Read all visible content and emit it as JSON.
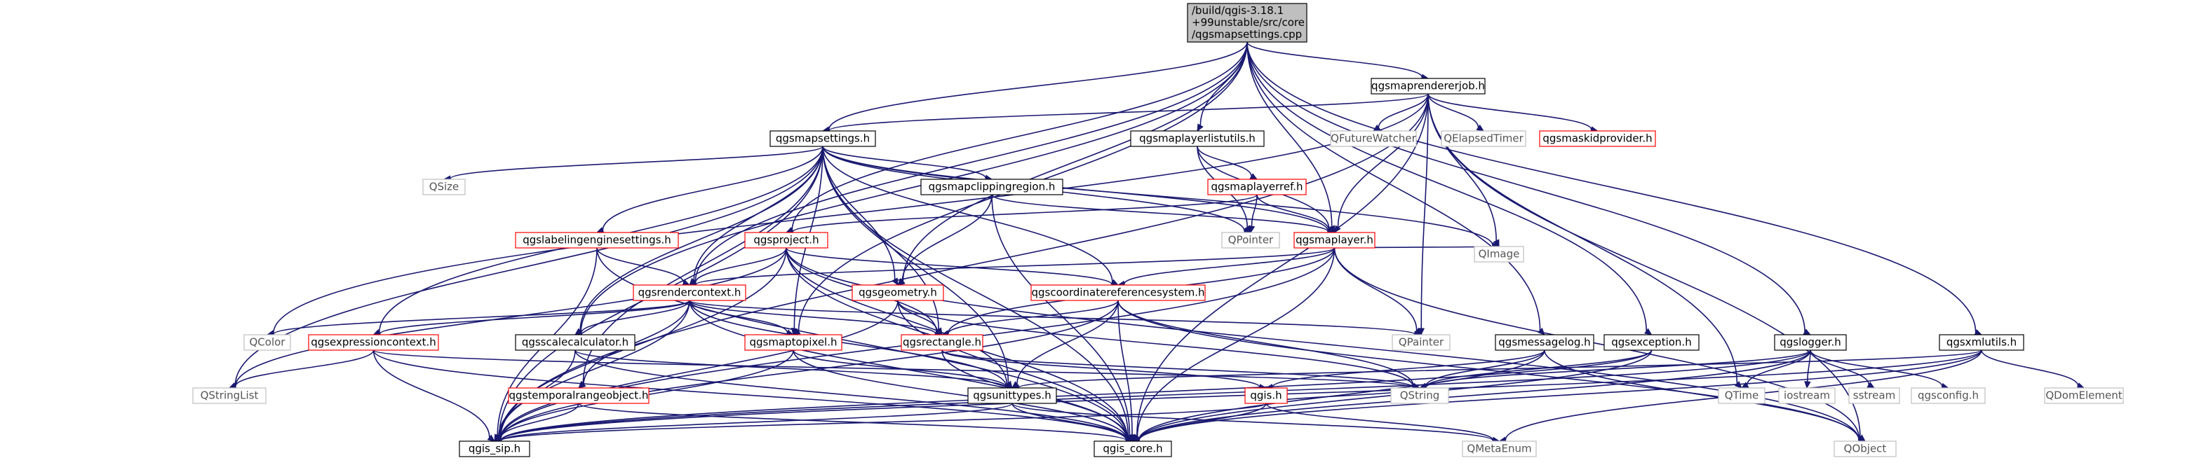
{
  "colors": {
    "edge": "#191970",
    "border_normal": "#000000",
    "border_broken": "#ff0000",
    "border_system": "#bfbfbf",
    "root_fill": "#bfbfbf",
    "text_normal": "#000000",
    "text_system": "#555555"
  },
  "nodes": [
    {
      "id": "root",
      "lines": [
        "/build/qgis-3.18.1",
        "+99unstable/src/core",
        "/qgsmapsettings.cpp"
      ],
      "style": "root"
    },
    {
      "id": "qgsmaprendererjob",
      "lines": [
        "qgsmaprendererjob.h"
      ],
      "style": "normal"
    },
    {
      "id": "qgsmapsettings",
      "lines": [
        "qgsmapsettings.h"
      ],
      "style": "normal"
    },
    {
      "id": "qgsmaplayerlistutils",
      "lines": [
        "qgsmaplayerlistutils.h"
      ],
      "style": "normal"
    },
    {
      "id": "qfuturewatcher",
      "lines": [
        "QFutureWatcher"
      ],
      "style": "system"
    },
    {
      "id": "qelapsedtimer",
      "lines": [
        "QElapsedTimer"
      ],
      "style": "system"
    },
    {
      "id": "qgsmaskidprovider",
      "lines": [
        "qgsmaskidprovider.h"
      ],
      "style": "broken"
    },
    {
      "id": "qsize",
      "lines": [
        "QSize"
      ],
      "style": "system"
    },
    {
      "id": "qgsmapclippingregion",
      "lines": [
        "qgsmapclippingregion.h"
      ],
      "style": "normal"
    },
    {
      "id": "qgsmaplayerref",
      "lines": [
        "qgsmaplayerref.h"
      ],
      "style": "broken"
    },
    {
      "id": "qgslabelingenginesettings",
      "lines": [
        "qgslabelingenginesettings.h"
      ],
      "style": "broken"
    },
    {
      "id": "qgsproject",
      "lines": [
        "qgsproject.h"
      ],
      "style": "broken"
    },
    {
      "id": "qpointer",
      "lines": [
        "QPointer"
      ],
      "style": "system"
    },
    {
      "id": "qgsmaplayer",
      "lines": [
        "qgsmaplayer.h"
      ],
      "style": "broken"
    },
    {
      "id": "qimage",
      "lines": [
        "QImage"
      ],
      "style": "system"
    },
    {
      "id": "qgsrendercontext",
      "lines": [
        "qgsrendercontext.h"
      ],
      "style": "broken"
    },
    {
      "id": "qgsgeometry",
      "lines": [
        "qgsgeometry.h"
      ],
      "style": "broken"
    },
    {
      "id": "qgscoordinatereferencesystem",
      "lines": [
        "qgscoordinatereferencesystem.h"
      ],
      "style": "broken"
    },
    {
      "id": "qcolor",
      "lines": [
        "QColor"
      ],
      "style": "system"
    },
    {
      "id": "qgsexpressioncontext",
      "lines": [
        "qgsexpressioncontext.h"
      ],
      "style": "broken"
    },
    {
      "id": "qgsscalecalculator",
      "lines": [
        "qgsscalecalculator.h"
      ],
      "style": "normal"
    },
    {
      "id": "qgsmaptopixel",
      "lines": [
        "qgsmaptopixel.h"
      ],
      "style": "broken"
    },
    {
      "id": "qgsrectangle",
      "lines": [
        "qgsrectangle.h"
      ],
      "style": "broken"
    },
    {
      "id": "qpainter",
      "lines": [
        "QPainter"
      ],
      "style": "system"
    },
    {
      "id": "qgsmessagelog",
      "lines": [
        "qgsmessagelog.h"
      ],
      "style": "normal"
    },
    {
      "id": "qgsexception",
      "lines": [
        "qgsexception.h"
      ],
      "style": "normal"
    },
    {
      "id": "qgslogger",
      "lines": [
        "qgslogger.h"
      ],
      "style": "normal"
    },
    {
      "id": "qgsxmlutils",
      "lines": [
        "qgsxmlutils.h"
      ],
      "style": "normal"
    },
    {
      "id": "qstringlist",
      "lines": [
        "QStringList"
      ],
      "style": "system"
    },
    {
      "id": "qgstemporalrangeobject",
      "lines": [
        "qgstemporalrangeobject.h"
      ],
      "style": "broken"
    },
    {
      "id": "qgsunittypes",
      "lines": [
        "qgsunittypes.h"
      ],
      "style": "normal"
    },
    {
      "id": "qgis",
      "lines": [
        "qgis.h"
      ],
      "style": "broken"
    },
    {
      "id": "qstring",
      "lines": [
        "QString"
      ],
      "style": "system"
    },
    {
      "id": "qtime",
      "lines": [
        "QTime"
      ],
      "style": "system"
    },
    {
      "id": "iostream",
      "lines": [
        "iostream"
      ],
      "style": "system"
    },
    {
      "id": "sstream",
      "lines": [
        "sstream"
      ],
      "style": "system"
    },
    {
      "id": "qgsconfig",
      "lines": [
        "qgsconfig.h"
      ],
      "style": "system"
    },
    {
      "id": "qdomelement",
      "lines": [
        "QDomElement"
      ],
      "style": "system"
    },
    {
      "id": "qgis_sip",
      "lines": [
        "qgis_sip.h"
      ],
      "style": "normal"
    },
    {
      "id": "qgis_core",
      "lines": [
        "qgis_core.h"
      ],
      "style": "normal"
    },
    {
      "id": "qmetaenum",
      "lines": [
        "QMetaEnum"
      ],
      "style": "system"
    },
    {
      "id": "qobject",
      "lines": [
        "QObject"
      ],
      "style": "system"
    }
  ],
  "edges": [
    [
      "root",
      "qgsmaprendererjob"
    ],
    [
      "root",
      "qgsmapsettings"
    ],
    [
      "root",
      "qgsmaplayerlistutils"
    ],
    [
      "root",
      "qgsmaplayer"
    ],
    [
      "root",
      "qgsproject"
    ],
    [
      "root",
      "qgsgeometry"
    ],
    [
      "root",
      "qgsrendercontext"
    ],
    [
      "root",
      "qgsscalecalculator"
    ],
    [
      "root",
      "qgsmessagelog"
    ],
    [
      "root",
      "qgsexception"
    ],
    [
      "root",
      "qgslogger"
    ],
    [
      "root",
      "qgsxmlutils"
    ],
    [
      "root",
      "qgsmaptopixel"
    ],
    [
      "qgsmaprendererjob",
      "qgsmapsettings"
    ],
    [
      "qgsmaprendererjob",
      "qfuturewatcher"
    ],
    [
      "qgsmaprendererjob",
      "qelapsedtimer"
    ],
    [
      "qgsmaprendererjob",
      "qgsmaskidprovider"
    ],
    [
      "qgsmaprendererjob",
      "qimage"
    ],
    [
      "qgsmaprendererjob",
      "qpainter"
    ],
    [
      "qgsmaprendererjob",
      "qtime"
    ],
    [
      "qgsmaprendererjob",
      "qgis_core"
    ],
    [
      "qgsmaprendererjob",
      "qgis_sip"
    ],
    [
      "qgsmaprendererjob",
      "qobject"
    ],
    [
      "qgsmaprendererjob",
      "qgsmaplayer"
    ],
    [
      "qgsmaprendererjob",
      "qcolor"
    ],
    [
      "qgsmapsettings",
      "qsize"
    ],
    [
      "qgsmapsettings",
      "qgsmapclippingregion"
    ],
    [
      "qgsmapsettings",
      "qgslabelingenginesettings"
    ],
    [
      "qgsmapsettings",
      "qgsrendercontext"
    ],
    [
      "qgsmapsettings",
      "qgsgeometry"
    ],
    [
      "qgsmapsettings",
      "qgscoordinatereferencesystem"
    ],
    [
      "qgsmapsettings",
      "qgsmaptopixel"
    ],
    [
      "qgsmapsettings",
      "qgsrectangle"
    ],
    [
      "qgsmapsettings",
      "qgsmaplayer"
    ],
    [
      "qgsmapsettings",
      "qgsscalecalculator"
    ],
    [
      "qgsmapsettings",
      "qgsexpressioncontext"
    ],
    [
      "qgsmapsettings",
      "qgstemporalrangeobject"
    ],
    [
      "qgsmapsettings",
      "qimage"
    ],
    [
      "qgsmapsettings",
      "qpointer"
    ],
    [
      "qgsmapsettings",
      "qgis_core"
    ],
    [
      "qgsmapsettings",
      "qgis_sip"
    ],
    [
      "qgsmapsettings",
      "qstringlist"
    ],
    [
      "qgsmapsettings",
      "qgsunittypes"
    ],
    [
      "qgsmaplayerlistutils",
      "qgsmaplayerref"
    ],
    [
      "qgsmaplayerlistutils",
      "qgsmaplayer"
    ],
    [
      "qgsmaplayerlistutils",
      "qpointer"
    ],
    [
      "qgsmaplayerref",
      "qgsmaplayer"
    ],
    [
      "qgsmaplayerref",
      "qpointer"
    ],
    [
      "qgsmaplayerref",
      "qgsproject"
    ],
    [
      "qgsmapclippingregion",
      "qgsgeometry"
    ],
    [
      "qgsmapclippingregion",
      "qgsmaplayer"
    ],
    [
      "qgsmapclippingregion",
      "qgis_core"
    ],
    [
      "qgslabelingenginesettings",
      "qgsrendercontext"
    ],
    [
      "qgslabelingenginesettings",
      "qgis_core"
    ],
    [
      "qgslabelingenginesettings",
      "qgis_sip"
    ],
    [
      "qgsproject",
      "qgsrendercontext"
    ],
    [
      "qgsproject",
      "qgscoordinatereferencesystem"
    ],
    [
      "qgsproject",
      "qgsunittypes"
    ],
    [
      "qgsproject",
      "qgis_core"
    ],
    [
      "qgsproject",
      "qgis_sip"
    ],
    [
      "qgsproject",
      "qstringlist"
    ],
    [
      "qgsproject",
      "qobject"
    ],
    [
      "qgsproject",
      "qgsrectangle"
    ],
    [
      "qgsmaplayer",
      "qgsrendercontext"
    ],
    [
      "qgsmaplayer",
      "qgscoordinatereferencesystem"
    ],
    [
      "qgsmaplayer",
      "qgsrectangle"
    ],
    [
      "qgsmaplayer",
      "qimage"
    ],
    [
      "qgsmaplayer",
      "qpainter"
    ],
    [
      "qgsmaplayer",
      "qgis_core"
    ],
    [
      "qgsmaplayer",
      "qgis_sip"
    ],
    [
      "qgsmaplayer",
      "qobject"
    ],
    [
      "qgsrendercontext",
      "qcolor"
    ],
    [
      "qgsrendercontext",
      "qgsexpressioncontext"
    ],
    [
      "qgsrendercontext",
      "qgsscalecalculator"
    ],
    [
      "qgsrendercontext",
      "qgsmaptopixel"
    ],
    [
      "qgsrendercontext",
      "qgsrectangle"
    ],
    [
      "qgsrendercontext",
      "qgstemporalrangeobject"
    ],
    [
      "qgsrendercontext",
      "qpainter"
    ],
    [
      "qgsrendercontext",
      "qgis_core"
    ],
    [
      "qgsrendercontext",
      "qgis_sip"
    ],
    [
      "qgsrendercontext",
      "qgsunittypes"
    ],
    [
      "qgsgeometry",
      "qgsrectangle"
    ],
    [
      "qgsgeometry",
      "qgis_core"
    ],
    [
      "qgsgeometry",
      "qgis_sip"
    ],
    [
      "qgsgeometry",
      "qstring"
    ],
    [
      "qgscoordinatereferencesystem",
      "qgsunittypes"
    ],
    [
      "qgscoordinatereferencesystem",
      "qgsrectangle"
    ],
    [
      "qgscoordinatereferencesystem",
      "qgis_core"
    ],
    [
      "qgscoordinatereferencesystem",
      "qgis_sip"
    ],
    [
      "qgscoordinatereferencesystem",
      "qstring"
    ],
    [
      "qgscoordinatereferencesystem",
      "qobject"
    ],
    [
      "qgsexpressioncontext",
      "qstringlist"
    ],
    [
      "qgsexpressioncontext",
      "qgis_sip"
    ],
    [
      "qgsexpressioncontext",
      "qgis_core"
    ],
    [
      "qgsexpressioncontext",
      "qstring"
    ],
    [
      "qgsscalecalculator",
      "qgsunittypes"
    ],
    [
      "qgsscalecalculator",
      "qgis_core"
    ],
    [
      "qgsscalecalculator",
      "qgis_sip"
    ],
    [
      "qgsmaptopixel",
      "qgsunittypes"
    ],
    [
      "qgsmaptopixel",
      "qgis_core"
    ],
    [
      "qgsmaptopixel",
      "qgis_sip"
    ],
    [
      "qgsrectangle",
      "qgis"
    ],
    [
      "qgsrectangle",
      "qgis_core"
    ],
    [
      "qgsrectangle",
      "qstring"
    ],
    [
      "qgsmessagelog",
      "qgis_core"
    ],
    [
      "qgsmessagelog",
      "qstring"
    ],
    [
      "qgsmessagelog",
      "qobject"
    ],
    [
      "qgsmessagelog",
      "qgis"
    ],
    [
      "qgsexception",
      "qgis_core"
    ],
    [
      "qgsexception",
      "qstring"
    ],
    [
      "qgsexception",
      "qgis_sip"
    ],
    [
      "qgslogger",
      "qgis_core"
    ],
    [
      "qgslogger",
      "qgis_sip"
    ],
    [
      "qgslogger",
      "qtime"
    ],
    [
      "qgslogger",
      "iostream"
    ],
    [
      "qgslogger",
      "sstream"
    ],
    [
      "qgslogger",
      "qgsconfig"
    ],
    [
      "qgslogger",
      "qstring"
    ],
    [
      "qgsxmlutils",
      "qdomelement"
    ],
    [
      "qgsxmlutils",
      "qgis_core"
    ],
    [
      "qgsxmlutils",
      "qgis_sip"
    ],
    [
      "qgsxmlutils",
      "qmetaenum"
    ],
    [
      "qgsxmlutils",
      "qgsunittypes"
    ],
    [
      "qgstemporalrangeobject",
      "qgis_core"
    ],
    [
      "qgstemporalrangeobject",
      "qgis_sip"
    ],
    [
      "qgsunittypes",
      "qgis_core"
    ],
    [
      "qgsunittypes",
      "qgis_sip"
    ],
    [
      "qgsunittypes",
      "qmetaenum"
    ],
    [
      "qgis",
      "qgis_core"
    ],
    [
      "qgis",
      "qgis_sip"
    ],
    [
      "qgis",
      "qmetaenum"
    ],
    [
      "qgis",
      "qstring"
    ]
  ]
}
